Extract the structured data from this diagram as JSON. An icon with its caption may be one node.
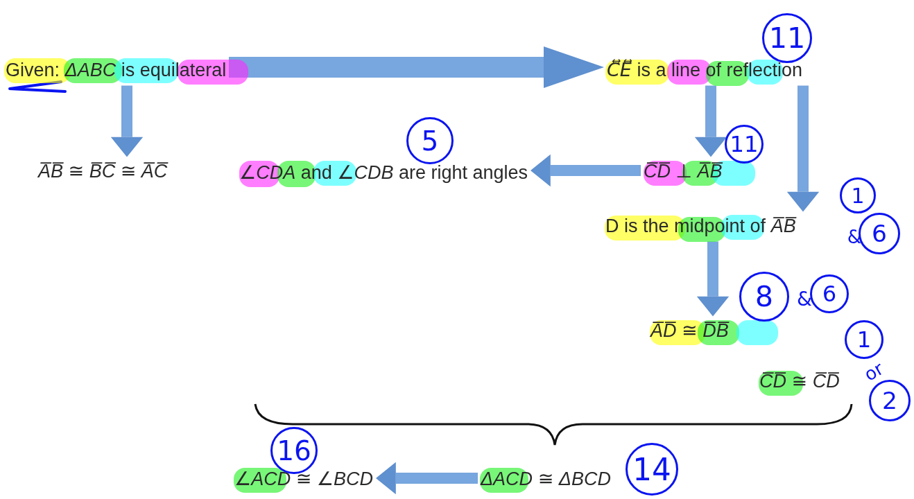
{
  "diagram": {
    "nodes": [
      {
        "text": [
          "Given: *ΔABC* is equilateral"
        ]
      },
      {
        "text": [
          "*A̅B̅* ≅ *B̅C̅* ≅ *A̅C̅*"
        ]
      },
      {
        "text": [
          "*∠CDA* and *∠CDB* are right angles"
        ]
      },
      {
        "text": [
          "*C⃡E⃡* is a line of reflection"
        ]
      },
      {
        "text": [
          "*C̅D̅* ⊥ *A̅B̅*"
        ]
      },
      {
        "text": [
          "D is the midpoint of *A̅B̅*"
        ]
      },
      {
        "text": [
          "*A̅D̅* ≅ *D̅B̅*"
        ]
      },
      {
        "text": [
          "*C̅D̅* ≅ *C̅D̅*"
        ]
      },
      {
        "text": [
          "*∠ACD* ≅ *∠BCD*"
        ]
      },
      {
        "text": [
          "*ΔACD* ≅ *ΔBCD*"
        ]
      }
    ],
    "edges": [
      {
        "from": 0,
        "to": 1,
        "arrow": "to"
      },
      {
        "from": 0,
        "to": 3,
        "arrow": "to",
        "style": "thick"
      },
      {
        "from": 3,
        "to": 4,
        "arrow": "to"
      },
      {
        "from": 3,
        "to": 5,
        "arrow": "to"
      },
      {
        "from": 4,
        "to": 2,
        "arrow": "to"
      },
      {
        "from": 5,
        "to": 6,
        "arrow": "to"
      },
      {
        "from": 9,
        "to": 8,
        "arrow": "to"
      }
    ],
    "labels": [
      "11",
      "5",
      "11",
      "1",
      "&",
      "6",
      "8",
      "&",
      "6",
      "1",
      "or",
      "2",
      "16",
      "14"
    ]
  }
}
